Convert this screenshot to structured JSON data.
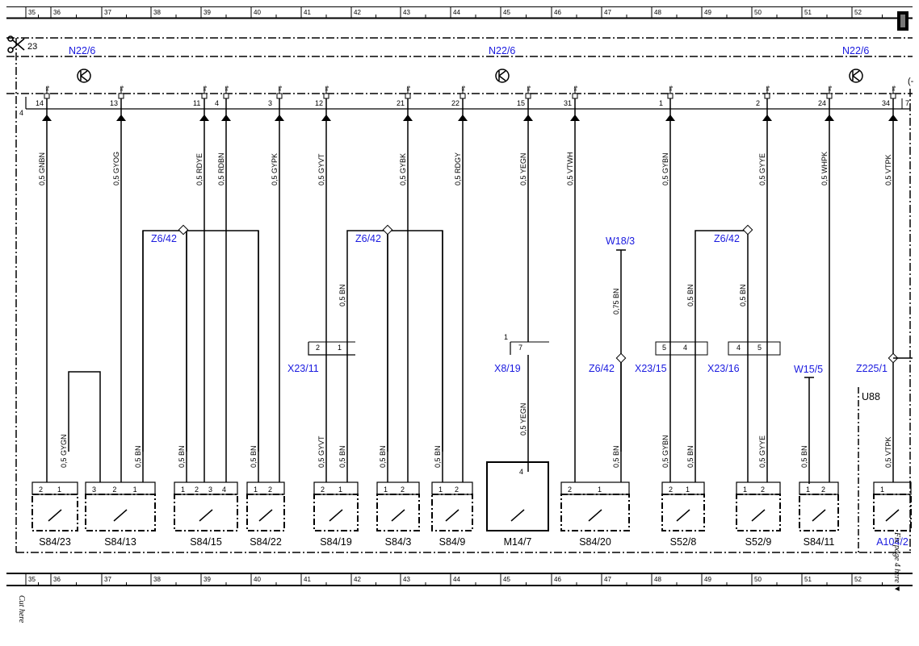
{
  "ruler": {
    "cells": [
      "35",
      "36",
      "37",
      "38",
      "39",
      "40",
      "41",
      "42",
      "43",
      "44",
      "45",
      "46",
      "47",
      "48",
      "49",
      "50",
      "51",
      "52"
    ]
  },
  "page": {
    "row_left_label": "23",
    "bus_left_label": "4",
    "cut_here_left": "Cut here",
    "fix_here_right": "Fix page 4 here ▼"
  },
  "connector_top": {
    "labels": [
      "N22/6",
      "N22/6",
      "N22/6"
    ],
    "sig_label": "sig."
  },
  "pins_top": [
    {
      "num": "14",
      "wire": "0,5 GNBN"
    },
    {
      "num": "13",
      "wire": "0,5 GYOG"
    },
    {
      "num": "11",
      "wire": "0,5 RDYE"
    },
    {
      "num": "4",
      "wire": "0,5 RDBN"
    },
    {
      "num": "3",
      "wire": "0,5 GYPK"
    },
    {
      "num": "12",
      "wire": "0,5 GYVT"
    },
    {
      "num": "21",
      "wire": "0,5 GYBK"
    },
    {
      "num": "22",
      "wire": "0,5 RDGY"
    },
    {
      "num": "15",
      "wire": "0,5 YEGN"
    },
    {
      "num": "31",
      "wire": "0,5 VTWH"
    },
    {
      "num": "1",
      "wire": "0,5 GYBN"
    },
    {
      "num": "2",
      "wire": "0,5 GYYE"
    },
    {
      "num": "24",
      "wire": "0,5 WHPK"
    },
    {
      "num": "34",
      "wire": "0,5 VTPK"
    },
    {
      "num": "7",
      "wire": ""
    }
  ],
  "ground_points": [
    "Z6/42",
    "Z6/42",
    "Z6/42",
    "Z6/42",
    "W18/3",
    "W15/5",
    "Z225/1"
  ],
  "connectors": [
    "X23/11",
    "X8/19",
    "X23/15",
    "X23/16",
    "U88"
  ],
  "lower_wires": [
    "0,5 GYGN",
    "0,5 BN",
    "0,5 BN",
    "0,5 BN",
    "0,5 GYVT",
    "0,5 BN",
    "0,5 BN",
    "0,5 BN",
    "0,5 BN",
    "0,5 GYBN",
    "0,5 BN",
    "0,5 GYYE",
    "0,5 BN",
    "0,5 VTPK"
  ],
  "mid_wires": [
    "0,5 BN",
    "0,75 BN",
    "0,5 BN",
    "0,5 BN",
    "0,5 YEGN"
  ],
  "connector_pins": {
    "x23_11": [
      "2",
      "1"
    ],
    "x8_19": [
      "1",
      "7"
    ],
    "x23_15": [
      "5",
      "4"
    ],
    "x23_16": [
      "4",
      "5"
    ]
  },
  "components": [
    {
      "label": "S84/23",
      "pins": [
        "2",
        "1"
      ]
    },
    {
      "label": "S84/13",
      "pins": [
        "3",
        "2",
        "1"
      ]
    },
    {
      "label": "S84/15",
      "pins": [
        "1",
        "2",
        "3",
        "4"
      ]
    },
    {
      "label": "S84/22",
      "pins": [
        "1",
        "2"
      ]
    },
    {
      "label": "S84/19",
      "pins": [
        "2",
        "1"
      ]
    },
    {
      "label": "S84/3",
      "pins": [
        "1",
        "2"
      ]
    },
    {
      "label": "S84/9",
      "pins": [
        "1",
        "2"
      ]
    },
    {
      "label": "M14/7",
      "pins": [
        "4"
      ]
    },
    {
      "label": "S84/20",
      "pins": [
        "2",
        "1"
      ]
    },
    {
      "label": "S52/8",
      "pins": [
        "2",
        "1"
      ]
    },
    {
      "label": "S52/9",
      "pins": [
        "1",
        "2"
      ]
    },
    {
      "label": "S84/11",
      "pins": [
        "1",
        "2"
      ]
    },
    {
      "label": "A104/2",
      "pins": [
        "1"
      ]
    }
  ],
  "colors": {
    "label_blue": "#1a1adf",
    "ink": "#000000"
  }
}
